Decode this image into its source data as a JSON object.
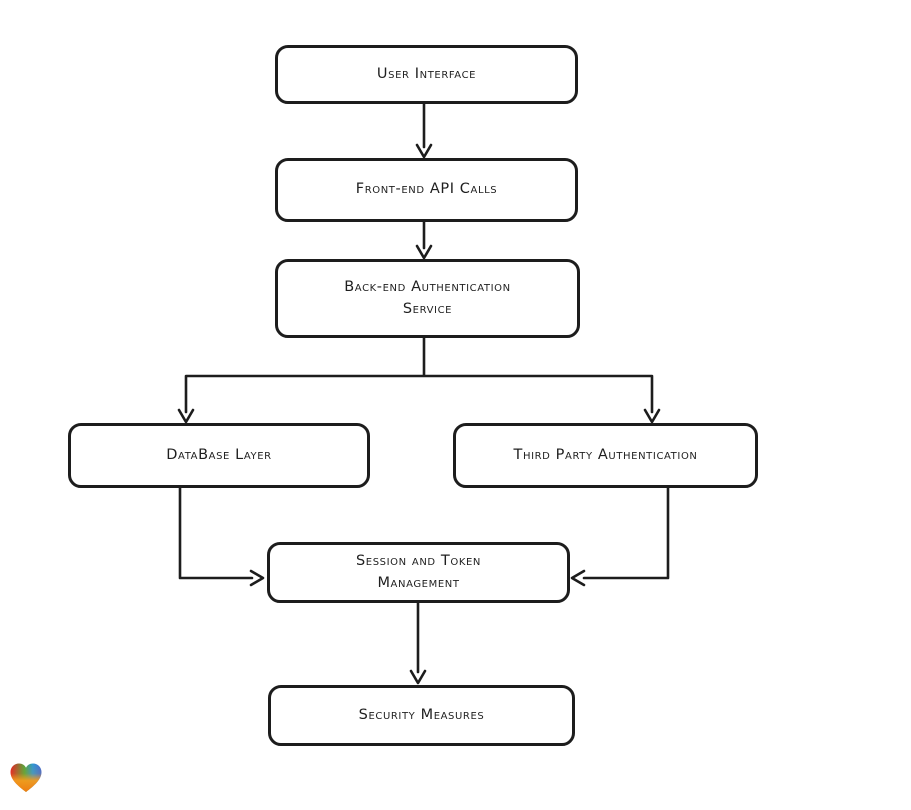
{
  "page": {
    "background": "#ffffff",
    "kind": "hand-drawn flowchart"
  },
  "colors": {
    "ink": "#1d1d1d",
    "node_fill": "#ffffff",
    "text": "#1f1f1f",
    "heart_red": "#e41e26",
    "heart_green": "#55a63c",
    "heart_blue": "#2e97d4",
    "heart_orange": "#ee7c12"
  },
  "diagram": {
    "type": "flowchart",
    "nodes": [
      {
        "id": "user-interface",
        "label": "User Interface"
      },
      {
        "id": "front-end-api-calls",
        "label": "Front-end API Calls"
      },
      {
        "id": "back-end-authentication-service",
        "label": "Back-end Authentication\nService"
      },
      {
        "id": "database-layer",
        "label": "DataBase Layer"
      },
      {
        "id": "third-party-authentication",
        "label": "Third Party Authentication"
      },
      {
        "id": "session-and-token-management",
        "label": "Session and Token\nManagement"
      },
      {
        "id": "security-measures",
        "label": "Security Measures"
      }
    ],
    "edges": [
      {
        "from": "user-interface",
        "to": "front-end-api-calls"
      },
      {
        "from": "front-end-api-calls",
        "to": "back-end-authentication-service"
      },
      {
        "from": "back-end-authentication-service",
        "to": "database-layer"
      },
      {
        "from": "back-end-authentication-service",
        "to": "third-party-authentication"
      },
      {
        "from": "database-layer",
        "to": "session-and-token-management"
      },
      {
        "from": "third-party-authentication",
        "to": "session-and-token-management"
      },
      {
        "from": "session-and-token-management",
        "to": "security-measures"
      }
    ]
  },
  "footer": {
    "logo_icon": "heart-icon"
  }
}
